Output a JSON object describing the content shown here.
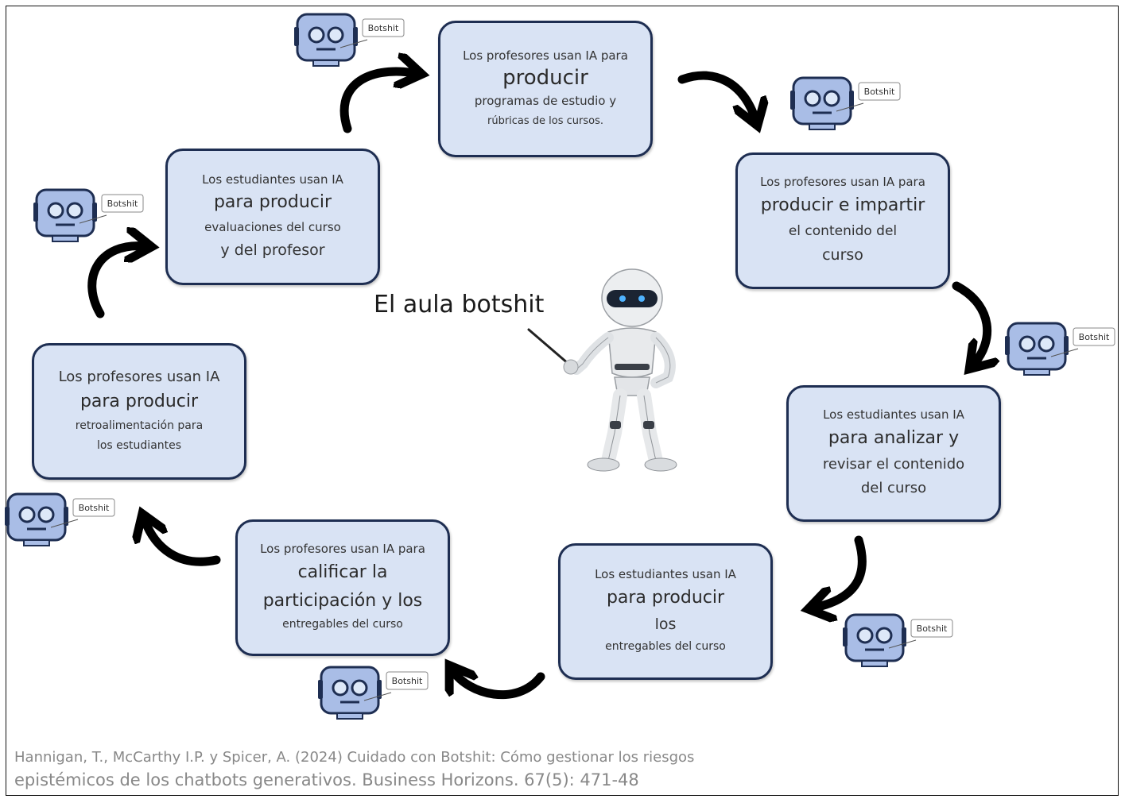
{
  "title": "El aula botshit",
  "bot_label": "Botshit",
  "boxes": {
    "b1": {
      "l1": "Los profesores usan IA para",
      "l2": "producir",
      "l3": "programas de estudio y",
      "l4": "rúbricas de los cursos."
    },
    "b2": {
      "l1": "Los profesores usan IA para",
      "l2": "producir e impartir",
      "l3": "el contenido del",
      "l4": "curso"
    },
    "b3": {
      "l1": "Los estudiantes usan IA",
      "l2": "para analizar y",
      "l3": "revisar el contenido",
      "l4": "del curso"
    },
    "b4": {
      "l1": "Los estudiantes usan IA",
      "l2": "para producir",
      "l3": "los",
      "l4": "entregables del curso"
    },
    "b5": {
      "l1": "Los profesores usan IA para",
      "l2": "calificar la",
      "l3": "participación y los",
      "l4": "entregables del curso"
    },
    "b6": {
      "l1": "Los profesores usan IA",
      "l2": "para producir",
      "l3": "retroalimentación para",
      "l4": "los estudiantes"
    },
    "b7": {
      "l1": "Los estudiantes usan IA",
      "l2": "para producir",
      "l3": "evaluaciones del curso",
      "l4": "y del profesor"
    }
  },
  "citation": {
    "line1": "Hannigan, T., McCarthy I.P. y Spicer, A. (2024) Cuidado con Botshit: Cómo gestionar los riesgos",
    "line2": "epistémicos de los chatbots generativos. Business Horizons. 67(5): 471-48"
  },
  "colors": {
    "box_fill": "#d9e3f4",
    "box_border": "#1e2e52",
    "bot_fill": "#a9bde6",
    "bot_eye": "#3a5a8c",
    "arrow": "#000000"
  }
}
